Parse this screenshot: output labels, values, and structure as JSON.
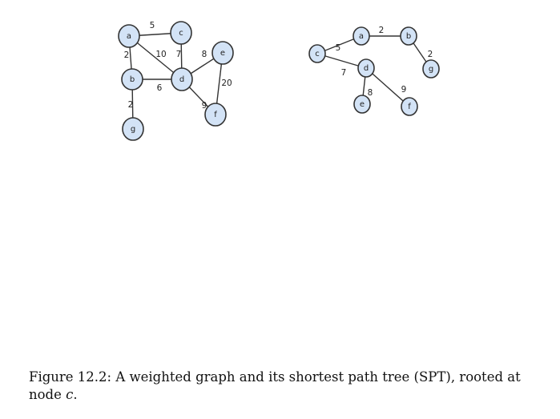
{
  "graph": {
    "nodes": [
      {
        "id": "a",
        "label": "a"
      },
      {
        "id": "b",
        "label": "b"
      },
      {
        "id": "c",
        "label": "c"
      },
      {
        "id": "d",
        "label": "d"
      },
      {
        "id": "e",
        "label": "e"
      },
      {
        "id": "f",
        "label": "f"
      },
      {
        "id": "g",
        "label": "g"
      }
    ],
    "edges": [
      {
        "from": "a",
        "to": "c",
        "weight": "5"
      },
      {
        "from": "a",
        "to": "b",
        "weight": "2"
      },
      {
        "from": "a",
        "to": "d",
        "weight": "10"
      },
      {
        "from": "c",
        "to": "d",
        "weight": "7"
      },
      {
        "from": "d",
        "to": "e",
        "weight": "8"
      },
      {
        "from": "b",
        "to": "d",
        "weight": "6"
      },
      {
        "from": "e",
        "to": "f",
        "weight": "20"
      },
      {
        "from": "d",
        "to": "f",
        "weight": "9"
      },
      {
        "from": "b",
        "to": "g",
        "weight": "2"
      }
    ]
  },
  "tree": {
    "nodes": [
      {
        "id": "c",
        "label": "c"
      },
      {
        "id": "a",
        "label": "a"
      },
      {
        "id": "b",
        "label": "b"
      },
      {
        "id": "g",
        "label": "g"
      },
      {
        "id": "d",
        "label": "d"
      },
      {
        "id": "e",
        "label": "e"
      },
      {
        "id": "f",
        "label": "f"
      }
    ],
    "edges": [
      {
        "from": "c",
        "to": "a",
        "weight": "5"
      },
      {
        "from": "a",
        "to": "b",
        "weight": "2"
      },
      {
        "from": "b",
        "to": "g",
        "weight": "2"
      },
      {
        "from": "c",
        "to": "d",
        "weight": "7"
      },
      {
        "from": "d",
        "to": "e",
        "weight": "8"
      },
      {
        "from": "d",
        "to": "f",
        "weight": "9"
      }
    ]
  },
  "caption": {
    "text": "Figure 12.2: A weighted graph and its shortest path tree (SPT), rooted at node ",
    "math": "c",
    "end": "."
  }
}
